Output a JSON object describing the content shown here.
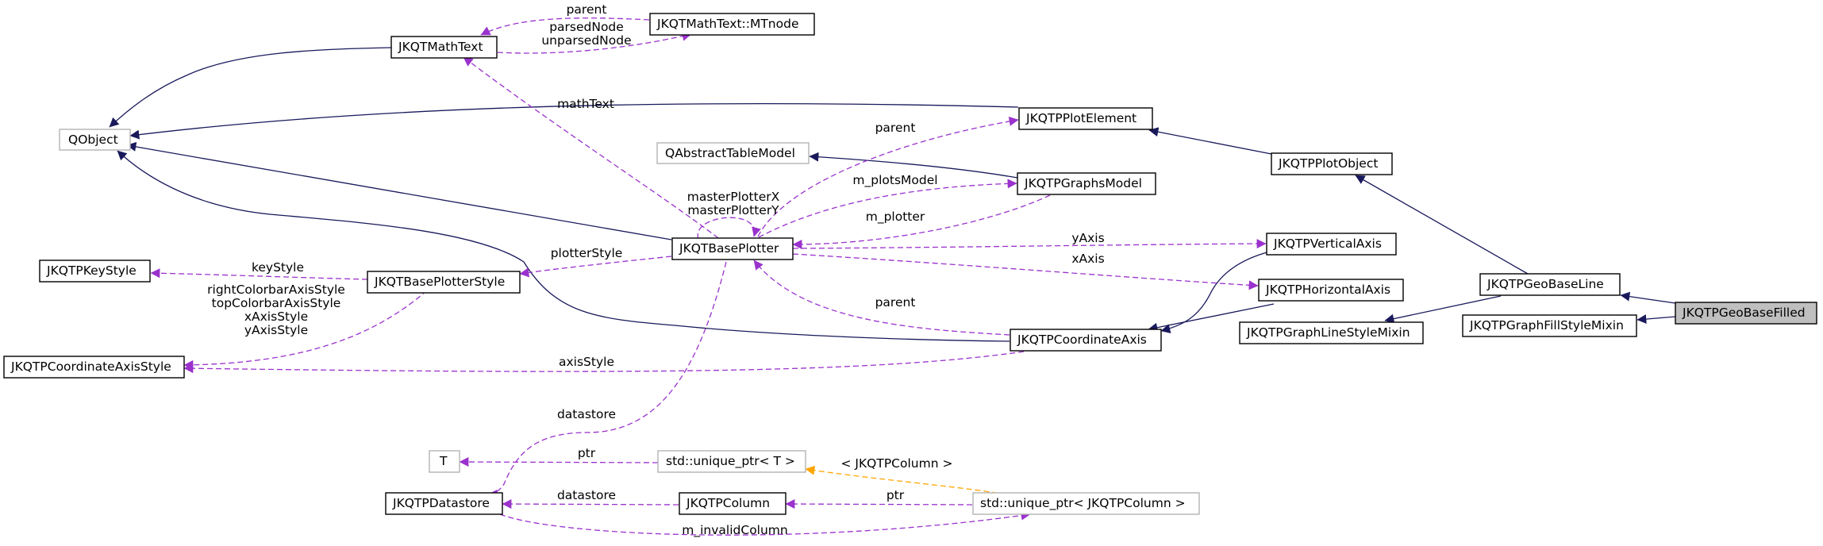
{
  "diagram": {
    "colors": {
      "inheritance_edge": "#19195c",
      "usage_edge": "#9a32cd",
      "template_edge": "#ffa500",
      "current_node_fill": "#bfbfbf",
      "external_node_border": "#b3b3b3"
    },
    "nodes": {
      "qobject": "QObject",
      "mathtext": "JKQTMathText",
      "mtnode": "JKQTMathText::MTnode",
      "plotelement": "JKQTPPlotElement",
      "plotobject": "JKQTPPlotObject",
      "abstracttablemodel": "QAbstractTableModel",
      "graphsmodel": "JKQTPGraphsModel",
      "baseplotter": "JKQTBasePlotter",
      "verticalaxis": "JKQTPVerticalAxis",
      "horizontalaxis": "JKQTPHorizontalAxis",
      "keystyle": "JKQTPKeyStyle",
      "baseplotterstyle": "JKQTBasePlotterStyle",
      "coordinateaxis": "JKQTPCoordinateAxis",
      "geobaseline": "JKQTPGeoBaseLine",
      "geobasefilled": "JKQTPGeoBaseFilled",
      "graphfillstylemixin": "JKQTPGraphFillStyleMixin",
      "graphlinestylemixin": "JKQTPGraphLineStyleMixin",
      "coordinateaxisstyle": "JKQTPCoordinateAxisStyle",
      "t": "T",
      "uniqueptr_t": "std::unique_ptr< T >",
      "datastore": "JKQTPDatastore",
      "column": "JKQTPColumn",
      "uniqueptr_column": "std::unique_ptr< JKQTPColumn >"
    },
    "edge_labels": {
      "parent_mtnode": "parent",
      "parsednode": "parsedNode",
      "unparsednode": "unparsedNode",
      "mathtext": "mathText",
      "parent_plotelement": "parent",
      "masterplotterx": "masterPlotterX",
      "masterplottery": "masterPlotterY",
      "m_plotsmodel": "m_plotsModel",
      "m_plotter": "m_plotter",
      "yaxis": "yAxis",
      "xaxis": "xAxis",
      "plotterstyle": "plotterStyle",
      "keystyle": "keyStyle",
      "rightcolorbaraxisstyle": "rightColorbarAxisStyle",
      "topcolorbaraxisstyle": "topColorbarAxisStyle",
      "xaxisstyle": "xAxisStyle",
      "yaxisstyle": "yAxisStyle",
      "parent_coordinateaxis": "parent",
      "axisstyle": "axisStyle",
      "datastore_top": "datastore",
      "ptr_t": "ptr",
      "template_arg": "< JKQTPColumn >",
      "datastore_column": "datastore",
      "ptr_column": "ptr",
      "m_invalidcolumn": "m_invalidColumn"
    }
  }
}
